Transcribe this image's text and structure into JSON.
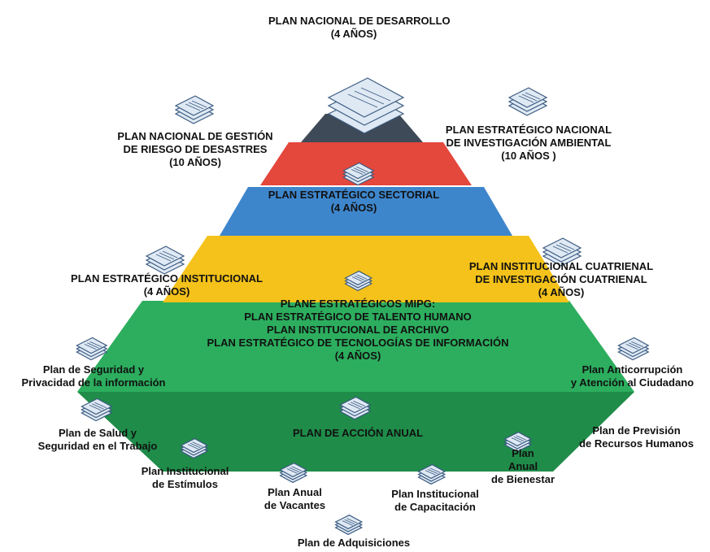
{
  "colors": {
    "top": "#3f4a58",
    "red": "#e4473c",
    "blue": "#3e86cc",
    "yellow": "#f4c21a",
    "green": "#2cae5e",
    "doc_fill": "#dfe9f4",
    "doc_stroke": "#3a5a80"
  },
  "labels": {
    "pnd": {
      "l1": "PLAN NACIONAL DE DESARROLLO",
      "l2": "(4 AÑOS)"
    },
    "pngrd": {
      "l1": "PLAN NACIONAL DE GESTIÓN",
      "l2": "DE RIESGO DE DESASTRES",
      "l3": "(10 AÑOS)"
    },
    "penia": {
      "l1": "PLAN ESTRATÉGICO NACIONAL",
      "l2": "DE INVESTIGACIÓN AMBIENTAL",
      "l3": "(10 AÑOS )"
    },
    "pes": {
      "l1": "PLAN ESTRATÉGICO SECTORIAL",
      "l2": "(4 AÑOS)"
    },
    "pei": {
      "l1": "PLAN ESTRATÉGICO INSTITUCIONAL",
      "l2": "(4 AÑOS)"
    },
    "pic": {
      "l1": "PLAN INSTITUCIONAL CUATRIENAL",
      "l2": "DE INVESTIGACIÓN CUATRIENAL",
      "l3": "(4 AÑOS)"
    },
    "mipg": {
      "l1": "PLANE ESTRATÉGICOS MIPG:",
      "l2": "PLAN ESTRATÉGICO DE TALENTO HUMANO",
      "l3": "PLAN INSTITUCIONAL DE ARCHIVO",
      "l4": "PLAN ESTRATÉGICO DE TECNOLOGÍAS DE INFORMACIÓN",
      "l5": "(4 AÑOS)"
    },
    "seg_priv": {
      "l1": "Plan de Seguridad y",
      "l2": "Privacidad de la información"
    },
    "anticorr": {
      "l1": "Plan Anticorrupción",
      "l2": "y Atención al Ciudadano"
    },
    "salud": {
      "l1": "Plan de Salud y",
      "l2": "Seguridad en el Trabajo"
    },
    "prevision": {
      "l1": "Plan de Previsión",
      "l2": "de Recursos Humanos"
    },
    "accion": {
      "l1": "PLAN DE ACCIÓN ANUAL"
    },
    "estimulos": {
      "l1": "Plan Institucional",
      "l2": "de Estímulos"
    },
    "bienestar": {
      "l1": "Plan",
      "l2": "Anual",
      "l3": "de Bienestar"
    },
    "vacantes": {
      "l1": "Plan Anual",
      "l2": "de Vacantes"
    },
    "capacitacion": {
      "l1": "Plan Institucional",
      "l2": "de Capacitación"
    },
    "adquisiciones": {
      "l1": "Plan de Adquisiciones"
    }
  },
  "document_icon": "stacked-documents-icon"
}
